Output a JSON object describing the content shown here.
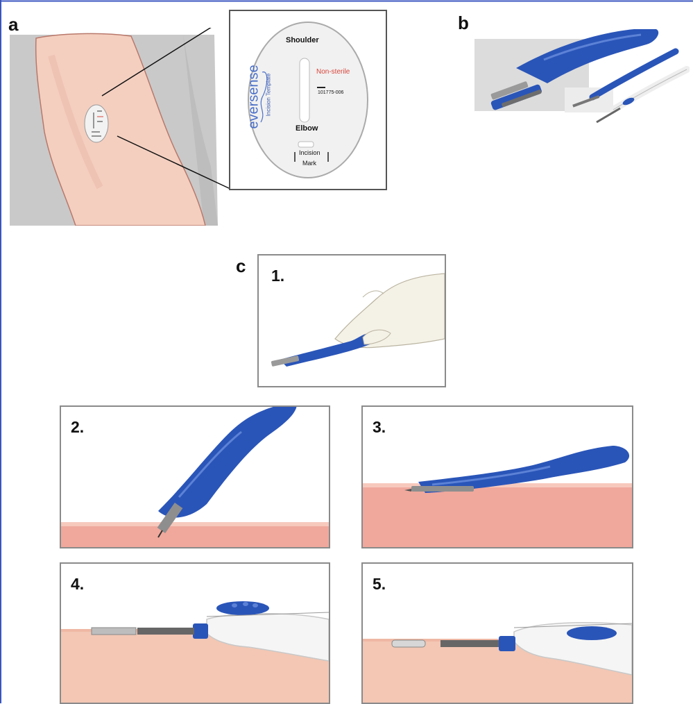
{
  "panels": {
    "a": {
      "label": "a"
    },
    "b": {
      "label": "b"
    },
    "c": {
      "label": "c"
    }
  },
  "template": {
    "brand": "eversense",
    "brand_sub": "Incision Template",
    "top": "Shoulder",
    "bottom": "Elbow",
    "status": "Non-sterile",
    "part_number": "101775-006",
    "mark_line1": "Incision",
    "mark_line2": "Mark"
  },
  "steps": [
    "1.",
    "2.",
    "3.",
    "4.",
    "5."
  ],
  "colors": {
    "tool_blue": "#2a55b8",
    "skin": "#f0a89c",
    "skin_top": "#f7c9bd",
    "status_red": "#d8453b",
    "frame_blue": "#3a55c0"
  }
}
